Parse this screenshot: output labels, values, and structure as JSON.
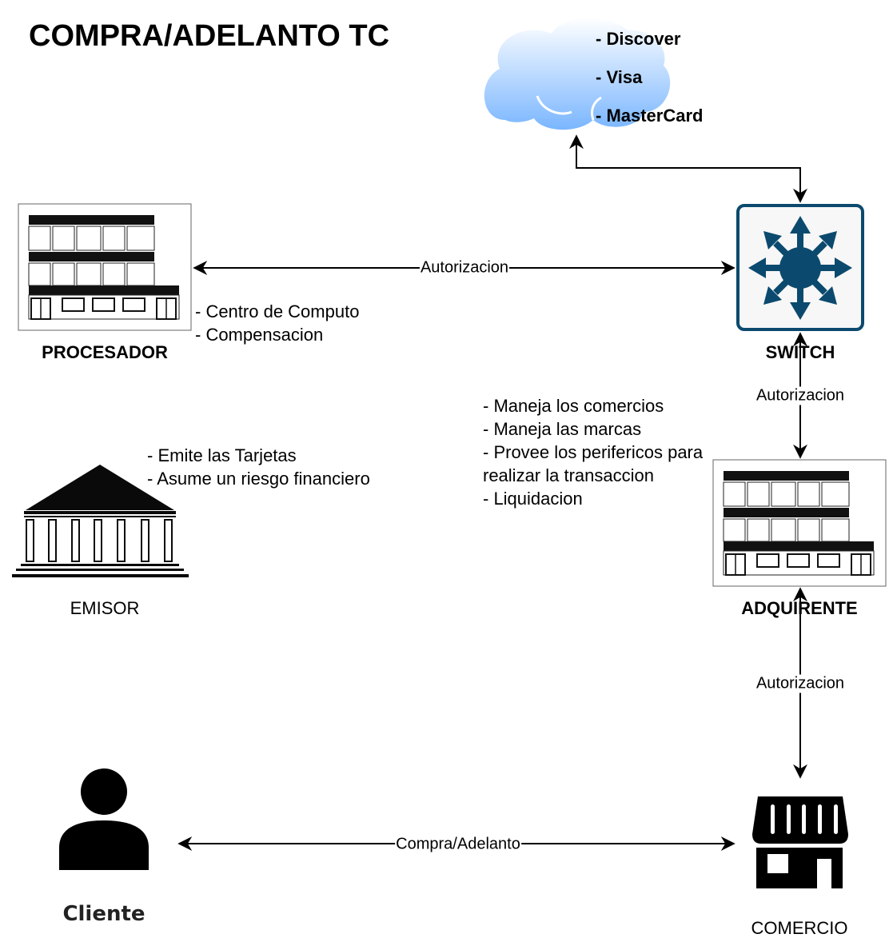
{
  "title": "COMPRA/ADELANTO TC",
  "brands": [
    "- Discover",
    "- Visa",
    "- MasterCard"
  ],
  "nodes": {
    "procesador": "PROCESADOR",
    "switch": "SWITCH",
    "emisor": "EMISOR",
    "adquirente": "ADQUIRENTE",
    "cliente": "Cliente",
    "comercio": "COMERCIO"
  },
  "notes": {
    "procesador": [
      "- Centro de Computo",
      "- Compensacion"
    ],
    "emisor": [
      "- Emite las Tarjetas",
      "- Asume un riesgo financiero"
    ],
    "adquirente": [
      "- Maneja los comercios",
      "- Maneja las marcas",
      "- Provee los perifericos para",
      "realizar la transaccion",
      "- Liquidacion"
    ]
  },
  "edges": {
    "procesador_switch": "Autorizacion",
    "switch_adquirente": "Autorizacion",
    "adquirente_comercio": "Autorizacion",
    "cliente_comercio": "Compra/Adelanto"
  },
  "colors": {
    "switch": "#0b4a6e",
    "cloud_top": "#ffffff",
    "cloud_bottom": "#7ab6ff"
  }
}
